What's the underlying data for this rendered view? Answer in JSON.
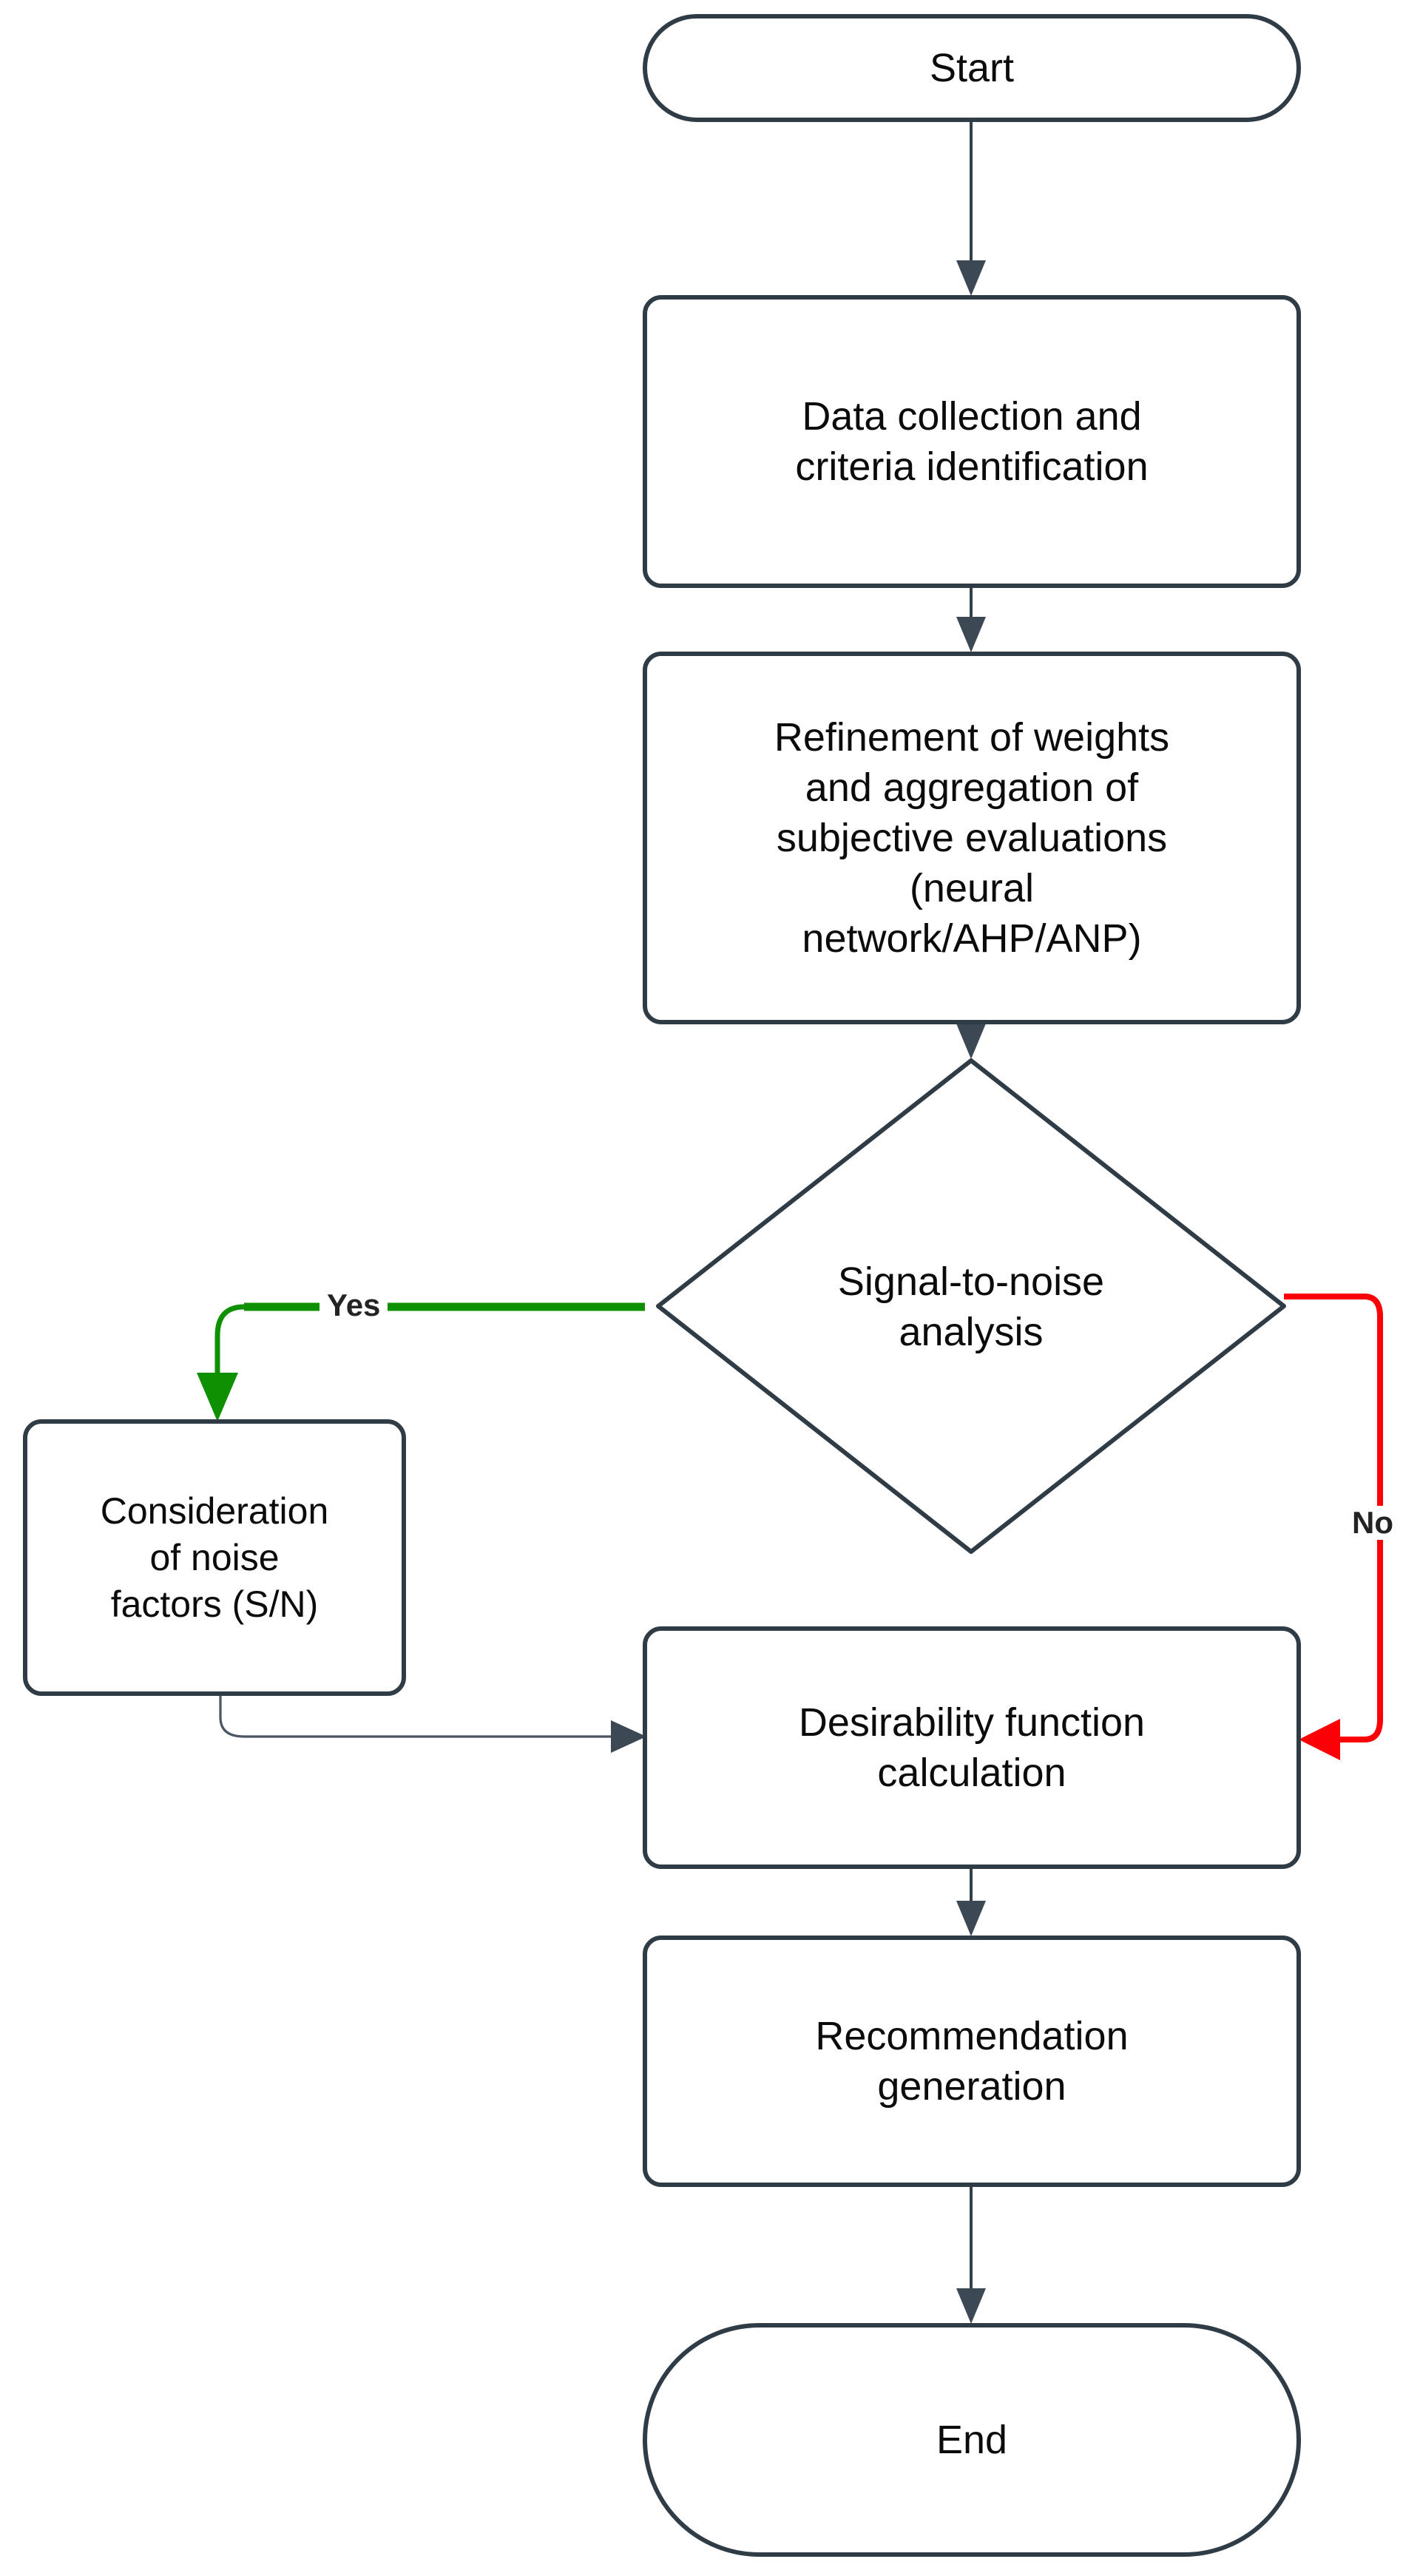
{
  "diagram": {
    "type": "flowchart",
    "orientation": "top-to-bottom",
    "background_color": "#ffffff",
    "shape_border_color": "#2F3B45",
    "shape_fill_color": "#ffffff",
    "text_color": "#0B0B0B",
    "connector_color": "#32404C",
    "yes_branch_color": "#0E9000",
    "no_branch_color": "#FB0007"
  },
  "nodes": {
    "start": {
      "label": "Start",
      "shape": "terminator"
    },
    "data_collection": {
      "label": "Data collection and\ncriteria identification",
      "shape": "process"
    },
    "refinement": {
      "label": "Refinement of weights\nand aggregation of\nsubjective evaluations\n(neural\nnetwork/AHP/ANP)",
      "shape": "process"
    },
    "decision": {
      "label": "Signal-to-noise\nanalysis",
      "shape": "decision"
    },
    "noise_factors": {
      "label": "Consideration\nof noise\nfactors (S/N)",
      "shape": "process"
    },
    "desirability": {
      "label": "Desirability function\ncalculation",
      "shape": "process"
    },
    "recommendation": {
      "label": "Recommendation\ngeneration",
      "shape": "process"
    },
    "end": {
      "label": "End",
      "shape": "terminator"
    }
  },
  "edges": {
    "yes_label": "Yes",
    "no_label": "No",
    "list": [
      {
        "from": "start",
        "to": "data_collection",
        "label": ""
      },
      {
        "from": "data_collection",
        "to": "refinement",
        "label": ""
      },
      {
        "from": "refinement",
        "to": "decision",
        "label": ""
      },
      {
        "from": "decision",
        "to": "noise_factors",
        "label": "Yes"
      },
      {
        "from": "decision",
        "to": "desirability",
        "label": "No"
      },
      {
        "from": "noise_factors",
        "to": "desirability",
        "label": ""
      },
      {
        "from": "desirability",
        "to": "recommendation",
        "label": ""
      },
      {
        "from": "recommendation",
        "to": "end",
        "label": ""
      }
    ]
  }
}
